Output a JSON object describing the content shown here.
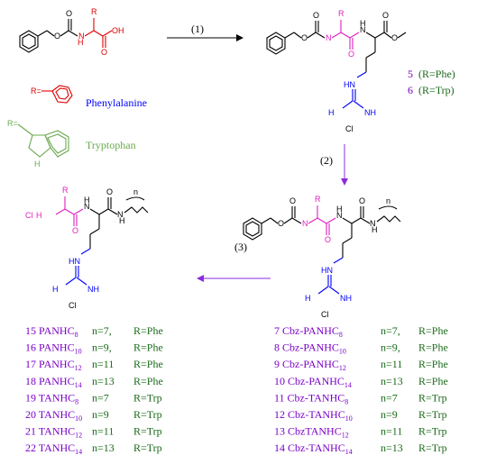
{
  "steps": {
    "s1": "(1)",
    "s2": "(2)",
    "s3": "(3)"
  },
  "labels": {
    "R": "R",
    "OH": "OH",
    "O": "O",
    "NH": "N",
    "H": "H",
    "n": "n",
    "HN": "HN",
    "NH2": "NH",
    "H2N": "H",
    "Cl": "Cl",
    "ClH3N": "Cl",
    "R_eq": "R=",
    "phe_name": "Phenylalanine",
    "trp_name": "Tryptophan"
  },
  "intermediates": [
    {
      "num": "5",
      "text": "(R=Phe)"
    },
    {
      "num": "6",
      "text": "(R=Trp)"
    }
  ],
  "left_list": [
    {
      "num": "15",
      "name": "PANHC",
      "sub": "8",
      "n": "n=7,",
      "r": "R=Phe"
    },
    {
      "num": "16",
      "name": "PANHC",
      "sub": "10",
      "n": "n=9,",
      "r": "R=Phe"
    },
    {
      "num": "17",
      "name": "PANHC",
      "sub": "12",
      "n": "n=11",
      "r": "R=Phe"
    },
    {
      "num": "18",
      "name": "PANHC",
      "sub": "14",
      "n": "n=13",
      "r": "R=Phe"
    },
    {
      "num": "19",
      "name": "TANHC",
      "sub": "8",
      "n": "n=7",
      "r": "R=Trp"
    },
    {
      "num": "20",
      "name": "TANHC",
      "sub": "10",
      "n": "n=9",
      "r": "R=Trp"
    },
    {
      "num": "21",
      "name": "TANHC",
      "sub": "12",
      "n": "n=11",
      "r": "R=Trp"
    },
    {
      "num": "22",
      "name": "TANHC",
      "sub": "14",
      "n": "n=13",
      "r": "R=Trp"
    }
  ],
  "right_list": [
    {
      "num": "7",
      "name": "Cbz-PANHC",
      "sub": "8",
      "n": "n=7,",
      "r": "R=Phe"
    },
    {
      "num": "8",
      "name": "Cbz-PANHC",
      "sub": "10",
      "n": "n=9,",
      "r": "R=Phe"
    },
    {
      "num": "9",
      "name": "Cbz-PANHC",
      "sub": "12",
      "n": "n=11",
      "r": "R=Phe"
    },
    {
      "num": "10",
      "name": "Cbz-PANHC",
      "sub": "14",
      "n": "n=13",
      "r": "R=Phe"
    },
    {
      "num": "11",
      "name": "Cbz-TANHC",
      "sub": "8",
      "n": "n=7",
      "r": "R=Trp"
    },
    {
      "num": "12",
      "name": "Cbz-TANHC",
      "sub": "10",
      "n": "n=9",
      "r": "R=Trp"
    },
    {
      "num": "13",
      "name": "CbzTANHC",
      "sub": "12",
      "n": "n=11",
      "r": "R=Trp"
    },
    {
      "num": "14",
      "name": "Cbz-TANHC",
      "sub": "14",
      "n": "n=13",
      "r": "R=Trp"
    }
  ]
}
